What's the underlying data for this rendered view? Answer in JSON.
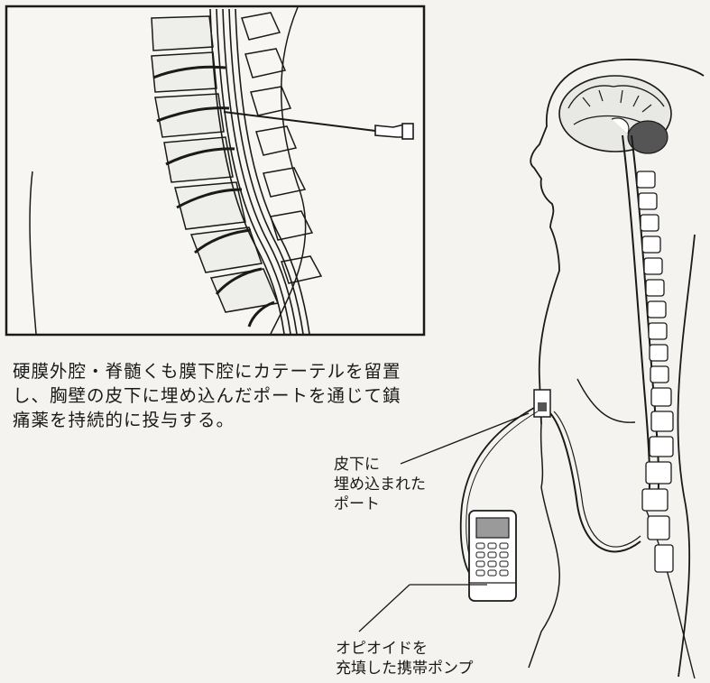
{
  "caption": {
    "lines": [
      "硬膜外腔・脊髄くも膜下腔にカテーテルを留置",
      "し、胸壁の皮下に埋め込んだポートを通じて鎮",
      "痛薬を持続的に投与する。"
    ]
  },
  "labels": {
    "port": [
      "皮下に",
      "埋め込まれた",
      "ポート"
    ],
    "pump": [
      "オピオイドを",
      "充填した携帯ポンプ"
    ]
  },
  "colors": {
    "ink": "#1a1a1a",
    "paper": "#f4f3ef",
    "shade": "#555555",
    "pump_screen": "#9a9a9a"
  },
  "icons": {
    "inset": "spine-needle-illustration",
    "figure": "human-profile-with-spine",
    "device": "portable-pump-icon"
  }
}
